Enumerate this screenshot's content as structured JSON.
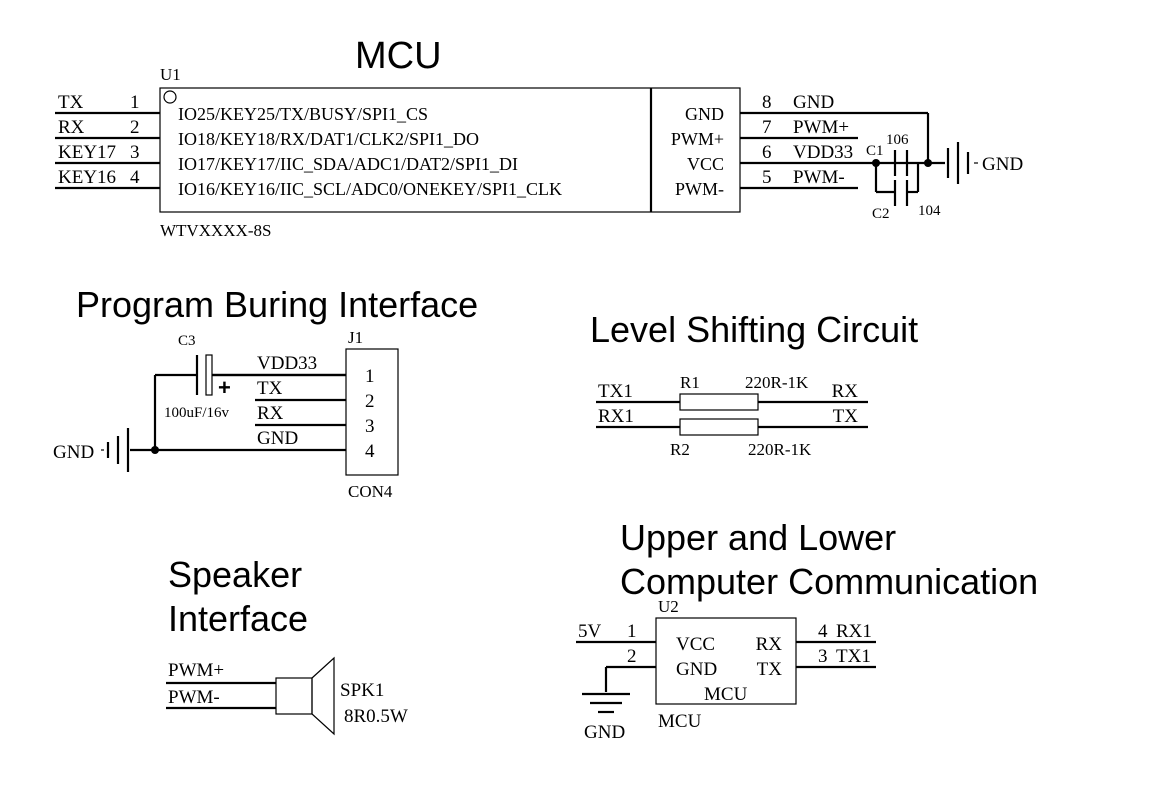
{
  "titles": {
    "mcu": "MCU",
    "program": "Program Buring Interface",
    "level": "Level Shifting Circuit",
    "comm_line1": "Upper and Lower",
    "comm_line2": "Computer Communication",
    "speaker_line1": "Speaker",
    "speaker_line2": "Interface"
  },
  "u1": {
    "ref": "U1",
    "part": "WTVXXXX-8S",
    "left_nets": [
      "TX",
      "RX",
      "KEY17",
      "KEY16"
    ],
    "left_pins": [
      "1",
      "2",
      "3",
      "4"
    ],
    "left_labels": [
      "IO25/KEY25/TX/BUSY/SPI1_CS",
      "IO18/KEY18/RX/DAT1/CLK2/SPI1_DO",
      "IO17/KEY17/IIC_SDA/ADC1/DAT2/SPI1_DI",
      "IO16/KEY16/IIC_SCL/ADC0/ONEKEY/SPI1_CLK"
    ],
    "right_labels": [
      "GND",
      "PWM+",
      "VCC",
      "PWM-"
    ],
    "right_pins": [
      "8",
      "7",
      "6",
      "5"
    ],
    "right_nets": [
      "GND",
      "PWM+",
      "VDD33",
      "PWM-"
    ]
  },
  "caps": {
    "c1_ref": "C1",
    "c1_value": "106",
    "c2_ref": "C2",
    "c2_value": "104",
    "gnd": "GND"
  },
  "program": {
    "c3_ref": "C3",
    "c3_value": "100uF/16v",
    "c3_plus": "+",
    "gnd": "GND",
    "j1_ref": "J1",
    "j1_part": "CON4",
    "nets": [
      "VDD33",
      "TX",
      "RX",
      "GND"
    ],
    "pins": [
      "1",
      "2",
      "3",
      "4"
    ]
  },
  "level": {
    "r1_ref": "R1",
    "r1_value": "220R-1K",
    "r2_ref": "R2",
    "r2_value": "220R-1K",
    "left_nets": [
      "TX1",
      "RX1"
    ],
    "right_nets": [
      "RX",
      "TX"
    ]
  },
  "comm": {
    "ref": "U2",
    "part": "MCU",
    "left_nets": [
      "5V",
      ""
    ],
    "left_pins": [
      "1",
      "2"
    ],
    "left_labels": [
      "VCC",
      "GND"
    ],
    "right_labels": [
      "RX",
      "TX"
    ],
    "right_pins": [
      "4",
      "3"
    ],
    "right_nets": [
      "RX1",
      "TX1"
    ],
    "body_label": "MCU",
    "gnd": "GND"
  },
  "speaker": {
    "nets": [
      "PWM+",
      "PWM-"
    ],
    "ref": "SPK1",
    "value": "8R0.5W"
  }
}
